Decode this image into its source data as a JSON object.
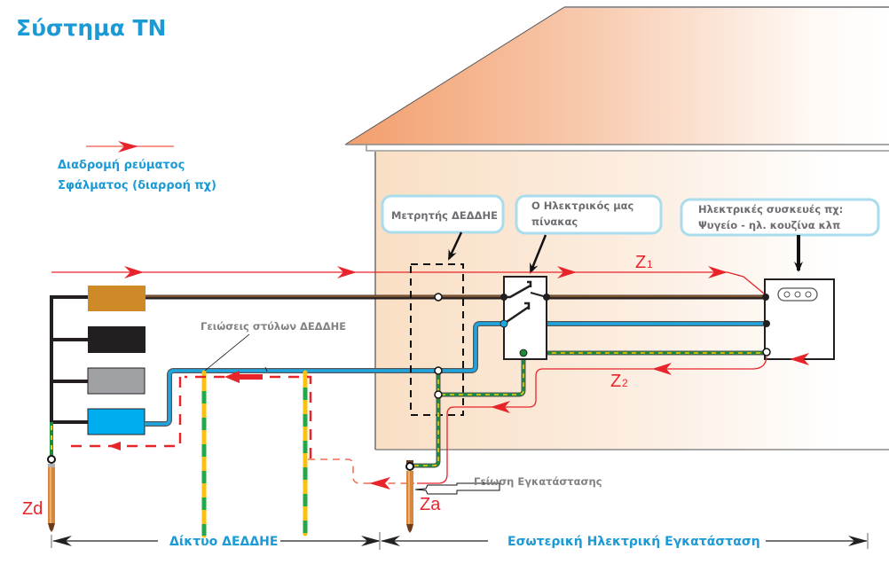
{
  "title": "Σύστημα TN",
  "legend": {
    "line1": "Διαδρομή ρεύματος",
    "line2": "Σφάλματος (διαρροή πχ)"
  },
  "callouts": {
    "meter": "Μετρητής ΔΕΔΔΗΕ",
    "panel_line1": "Ο Ηλεκτρικός μας",
    "panel_line2": "πίνακας",
    "devices_line1": "Ηλεκτρικές συσκευές πχ:",
    "devices_line2": "Ψυγείο - ηλ. κουζίνα κλπ"
  },
  "labels": {
    "pole_grounds": "Γειώσεις στύλων ΔΕΔΔΗΕ",
    "installation_ground": "Γείωση Εγκατάστασης",
    "z1": "Z",
    "z1_sub": "1",
    "z2": "Z",
    "z2_sub": "2",
    "zd": "Zd",
    "za": "Za"
  },
  "dimensions": {
    "network": "Δίκτυο ΔΕΔΔΗΕ",
    "internal": "Εσωτερική Ηλεκτρική Εγκατάσταση"
  },
  "colors": {
    "accent_blue": "#1b9ad6",
    "fault_red": "#e8242b",
    "phase_brown": "#6b4a2b",
    "neutral_blue": "#1ea6e0",
    "pe_green": "#1e8a3c",
    "pe_yellow": "#f5d000",
    "callout_border": "#a9dcec"
  }
}
